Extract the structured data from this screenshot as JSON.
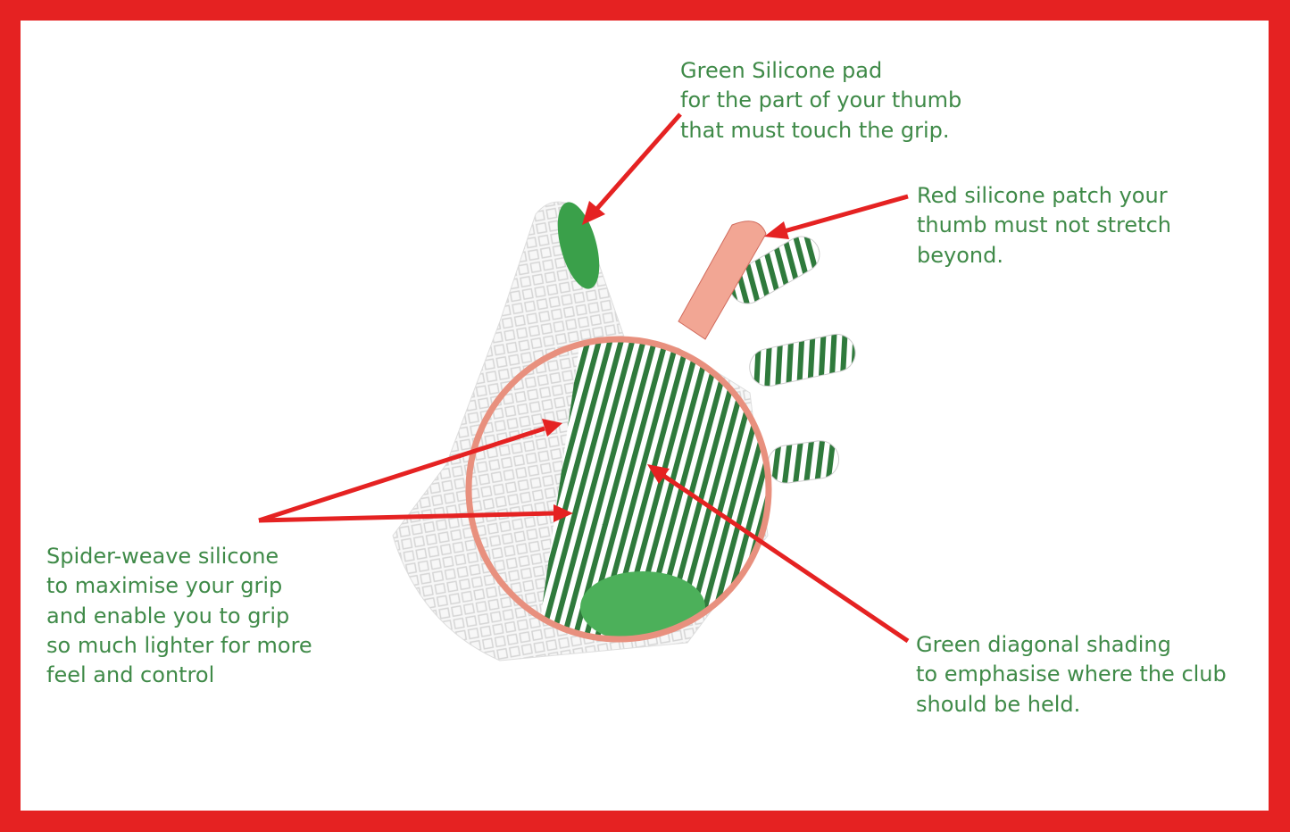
{
  "colors": {
    "frame": "#e52222",
    "text": "#3f8a48",
    "arrow": "#e52222",
    "stripe": "#2f7a3c",
    "circle": "#e8907e"
  },
  "annotations": [
    {
      "id": "green-silicone-pad",
      "lines": [
        "Green Silicone pad",
        "for the part of your thumb",
        "that must touch the grip."
      ]
    },
    {
      "id": "red-silicone-patch",
      "lines": [
        "Red silicone patch your",
        "thumb must not stretch",
        "beyond."
      ]
    },
    {
      "id": "spider-weave",
      "lines": [
        "Spider-weave silicone",
        "to maximise your grip",
        "and enable you to grip",
        "so much lighter for more",
        "feel and control"
      ]
    },
    {
      "id": "green-diagonal-shading",
      "lines": [
        "Green diagonal shading",
        "to emphasise where the club",
        "should be held."
      ]
    }
  ]
}
